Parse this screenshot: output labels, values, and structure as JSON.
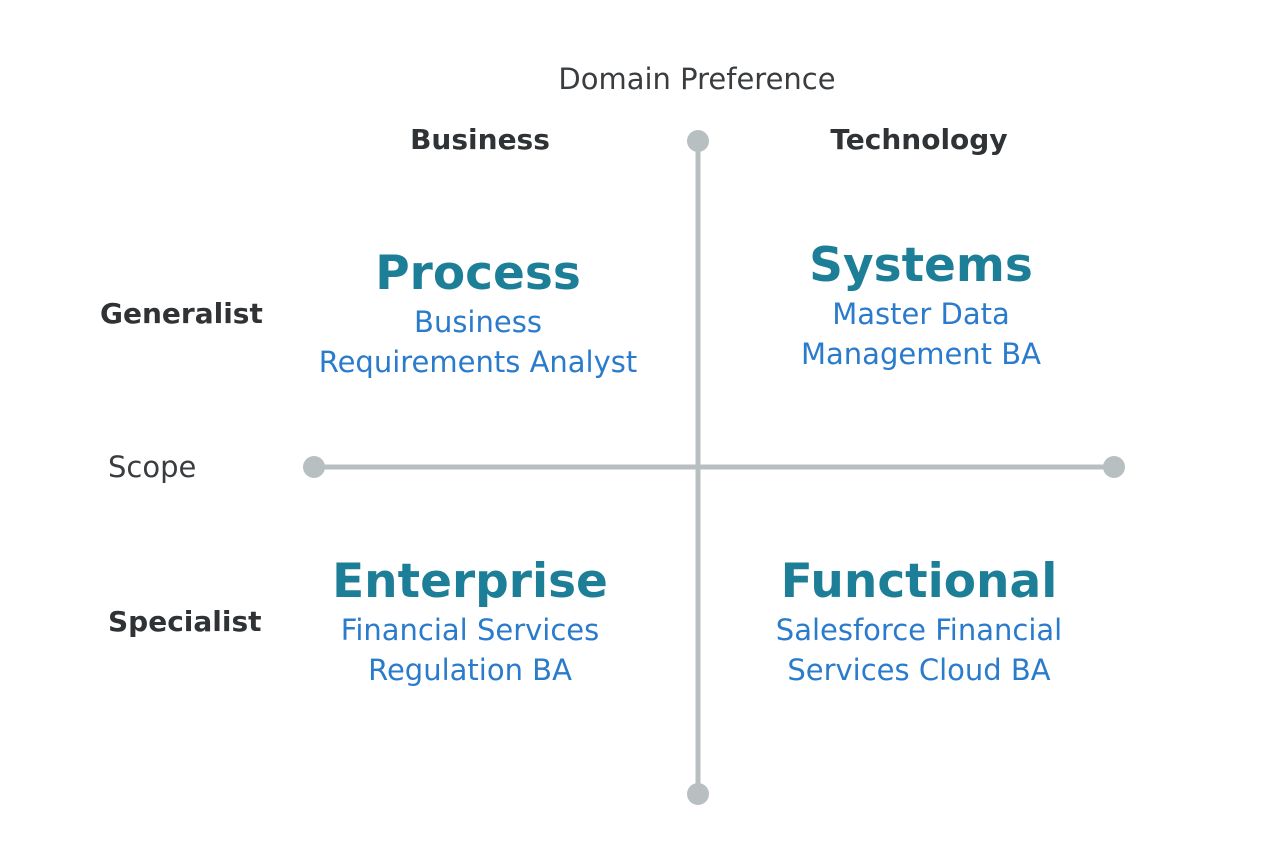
{
  "axes": {
    "vertical_title": "Domain Preference",
    "horizontal_title": "Scope",
    "color": "#b7bfc0"
  },
  "columns": {
    "left": "Business",
    "right": "Technology"
  },
  "rows": {
    "top": "Generalist",
    "bottom": "Specialist"
  },
  "quadrants": {
    "top_left": {
      "title": "Process",
      "line1": "Business",
      "line2": "Requirements Analyst"
    },
    "top_right": {
      "title": "Systems",
      "line1": "Master Data",
      "line2": "Management BA"
    },
    "bottom_left": {
      "title": "Enterprise",
      "line1": "Financial Services",
      "line2": "Regulation BA"
    },
    "bottom_right": {
      "title": "Functional",
      "line1": "Salesforce Financial",
      "line2": "Services Cloud BA"
    }
  },
  "colors": {
    "quadrant_title": "#1d7f97",
    "quadrant_subtitle": "#2b7bcc",
    "headings": "#2f3336"
  }
}
